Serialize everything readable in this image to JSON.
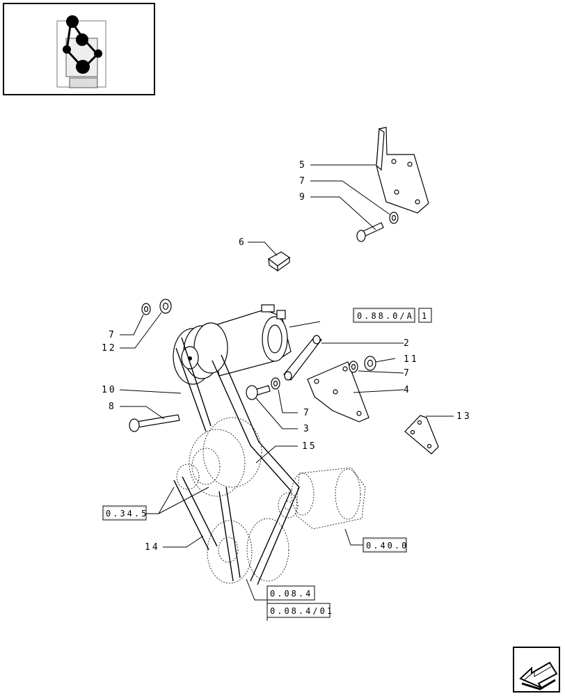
{
  "callouts": {
    "c5": "5",
    "c7a": "7",
    "c9": "9",
    "c6": "6",
    "c7b": "7",
    "c12": "12",
    "c10": "10",
    "c8": "8",
    "c2": "2",
    "c11": "11",
    "c7c": "7",
    "c4": "4",
    "c7d": "7",
    "c3": "3",
    "c13": "13",
    "c15": "15",
    "c14": "14"
  },
  "references": {
    "r_088": "0.88.0/A",
    "r_088_page": "1",
    "r_0345": "0.34.5",
    "r_040": "0.40.0",
    "r_084": "0.08.4",
    "r_08401": "0.08.4/01"
  },
  "icons": {
    "thumbnail": "engine-overview-thumbnail",
    "nav": "previous-page-arrow-icon"
  }
}
